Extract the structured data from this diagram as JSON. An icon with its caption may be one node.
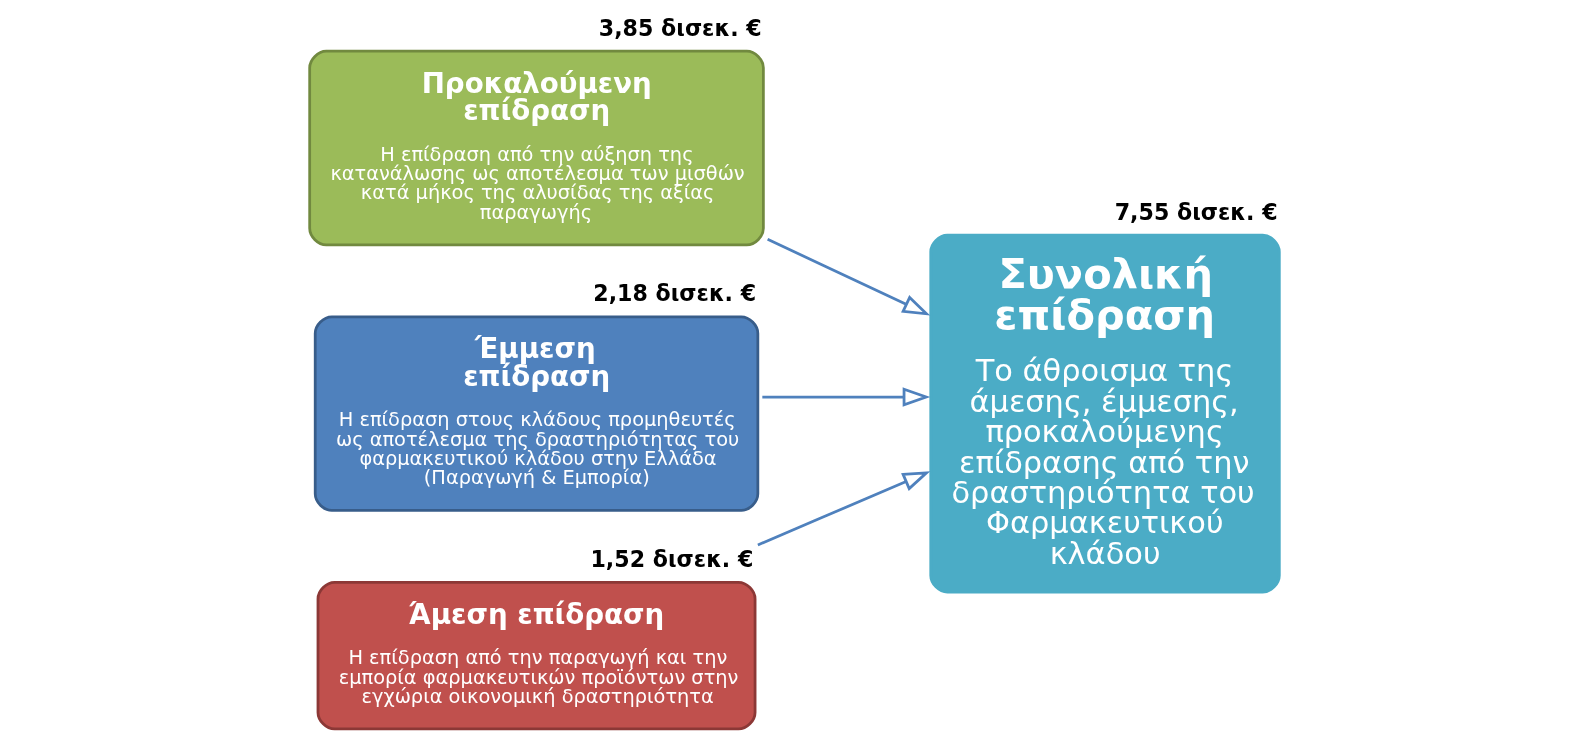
{
  "diagram": {
    "nodes": [
      {
        "text": [
          "Προκαλούμενη επίδραση",
          "Η επίδραση από την αύξηση της κατανάλωσης ως αποτέλεσμα των μισθών κατά μήκος της αλυσίδας της αξίας παραγωγής"
        ],
        "beside": [
          "3,85 δισεκ. €"
        ]
      },
      {
        "text": [
          "Έμμεση επίδραση",
          "Η επίδραση στους κλάδους προμηθευτές ως αποτέλεσμα της δραστηριότητας του φαρμακευτικού κλάδου στην Ελλάδα (Παραγωγή & Εμπορία)"
        ],
        "beside": [
          "2,18 δισεκ. €"
        ]
      },
      {
        "text": [
          "Άμεση επίδραση",
          "Η επίδραση από την παραγωγή και την εμπορία φαρμακευτικών προϊόντων στην εγχώρια οικονομική δραστηριότητα"
        ],
        "beside": [
          "1,52 δισεκ. €"
        ]
      },
      {
        "text": [
          "Συνολική επίδραση",
          "Το άθροισμα της άμεσης, έμμεσης, προκαλούμενης επίδρασης από την δραστηριότητα του Φαρμακευτικού κλάδου"
        ],
        "beside": [
          "7,55 δισεκ. €"
        ]
      }
    ],
    "edges": [
      {
        "from": 0,
        "to": 3,
        "arrow": "to"
      },
      {
        "from": 1,
        "to": 3,
        "arrow": "to"
      },
      {
        "from": 2,
        "to": 3,
        "arrow": "to"
      }
    ]
  }
}
